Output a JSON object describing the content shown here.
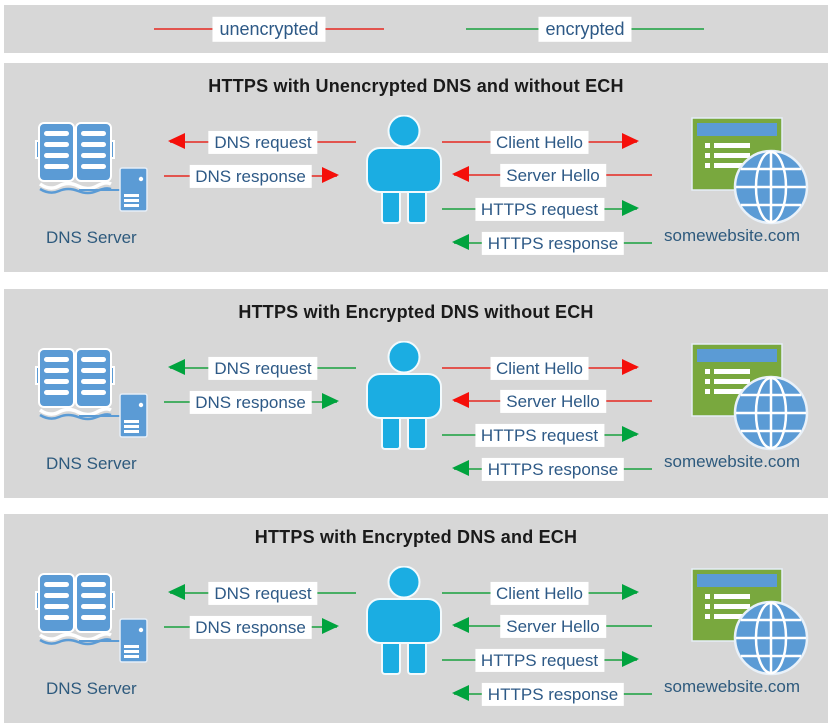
{
  "legend": {
    "items": [
      {
        "label": "unencrypted",
        "encrypted": false
      },
      {
        "label": "encrypted",
        "encrypted": true
      }
    ]
  },
  "colors": {
    "red_line": "#e2544e",
    "red_head": "#f50f0a",
    "green_line": "#48ae64",
    "green_head": "#00a33e",
    "panel_bg": "#d7d7d7",
    "label_bg": "#ffffff",
    "label_text": "#2d5986",
    "caption_text": "#2e5a7d",
    "title_text": "#1a1a1a",
    "person_blue": "#1bade2",
    "icon_blue": "#5b9bd5",
    "site_green": "#79a83e"
  },
  "icons": {
    "dns_server": "open-book-and-server-icon",
    "user": "person-icon",
    "website": "browser-window-and-globe-icon"
  },
  "panels": [
    {
      "title": "HTTPS with Unencrypted DNS and without ECH",
      "dns_server_label": "DNS Server",
      "website_label": "somewebsite.com",
      "arrows": [
        {
          "label": "DNS request",
          "side": "left",
          "direction": "left",
          "encrypted": false
        },
        {
          "label": "DNS response",
          "side": "left",
          "direction": "right",
          "encrypted": false
        },
        {
          "label": "Client Hello",
          "side": "right",
          "direction": "right",
          "encrypted": false
        },
        {
          "label": "Server Hello",
          "side": "right",
          "direction": "left",
          "encrypted": false
        },
        {
          "label": "HTTPS request",
          "side": "right",
          "direction": "right",
          "encrypted": true
        },
        {
          "label": "HTTPS response",
          "side": "right",
          "direction": "left",
          "encrypted": true
        }
      ]
    },
    {
      "title": "HTTPS with Encrypted DNS without ECH",
      "dns_server_label": "DNS Server",
      "website_label": "somewebsite.com",
      "arrows": [
        {
          "label": "DNS request",
          "side": "left",
          "direction": "left",
          "encrypted": true
        },
        {
          "label": "DNS response",
          "side": "left",
          "direction": "right",
          "encrypted": true
        },
        {
          "label": "Client Hello",
          "side": "right",
          "direction": "right",
          "encrypted": false
        },
        {
          "label": "Server Hello",
          "side": "right",
          "direction": "left",
          "encrypted": false
        },
        {
          "label": "HTTPS request",
          "side": "right",
          "direction": "right",
          "encrypted": true
        },
        {
          "label": "HTTPS response",
          "side": "right",
          "direction": "left",
          "encrypted": true
        }
      ]
    },
    {
      "title": "HTTPS with Encrypted DNS and ECH",
      "dns_server_label": "DNS Server",
      "website_label": "somewebsite.com",
      "arrows": [
        {
          "label": "DNS request",
          "side": "left",
          "direction": "left",
          "encrypted": true
        },
        {
          "label": "DNS response",
          "side": "left",
          "direction": "right",
          "encrypted": true
        },
        {
          "label": "Client Hello",
          "side": "right",
          "direction": "right",
          "encrypted": true
        },
        {
          "label": "Server Hello",
          "side": "right",
          "direction": "left",
          "encrypted": true
        },
        {
          "label": "HTTPS request",
          "side": "right",
          "direction": "right",
          "encrypted": true
        },
        {
          "label": "HTTPS response",
          "side": "right",
          "direction": "left",
          "encrypted": true
        }
      ]
    }
  ]
}
